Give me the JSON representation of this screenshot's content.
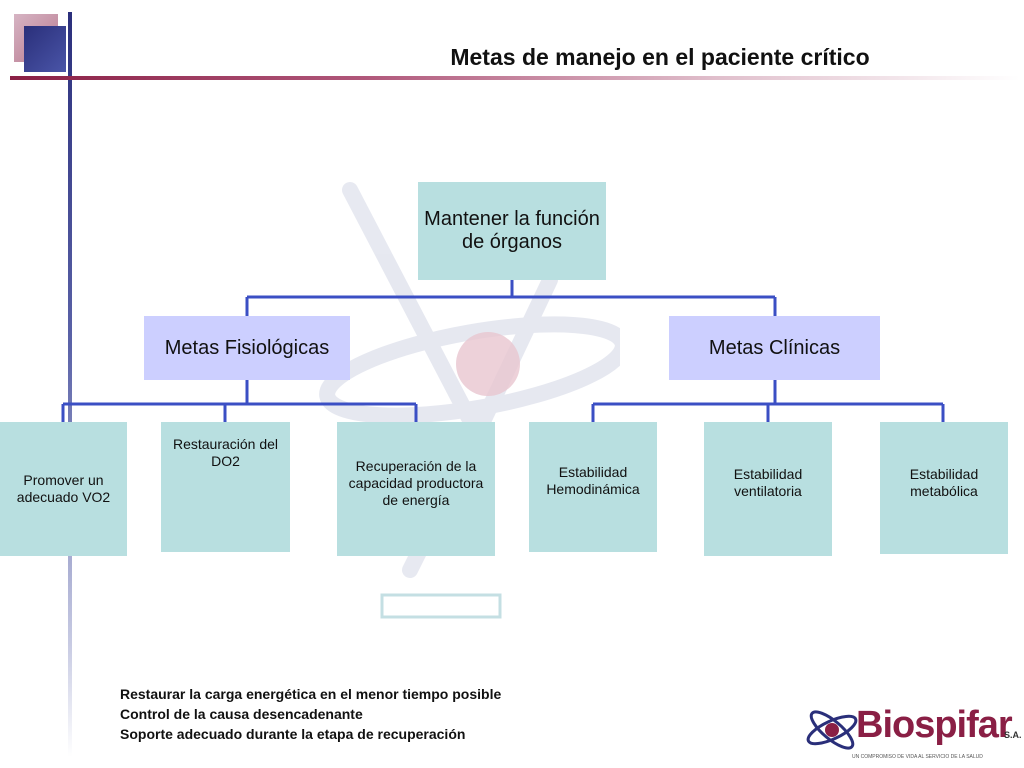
{
  "slide": {
    "title": "Metas de manejo en el paciente crítico"
  },
  "chart": {
    "root": "Mantener la función de órganos",
    "branches": [
      {
        "label": "Metas Fisiológicas",
        "children": [
          "Promover un adecuado VO2",
          "Restauración del DO2",
          "Recuperación de la capacidad productora de energía"
        ]
      },
      {
        "label": "Metas Clínicas",
        "children": [
          "Estabilidad Hemodinámica",
          "Estabilidad ventilatoria",
          "Estabilidad metabólica"
        ]
      }
    ]
  },
  "notes": [
    "Restaurar la carga energética en el menor tiempo posible",
    "Control de la causa desencadenante",
    "Soporte adecuado durante la etapa de recuperación"
  ],
  "logo": {
    "brand": "Biospifar",
    "suffix": "S.A.",
    "tagline": "UN COMPROMISO DE VIDA AL SERVICIO DE LA SALUD"
  },
  "colors": {
    "box_teal": "#b8dfe0",
    "box_lavender": "#cccfff",
    "connector": "#3b4fc4",
    "brand": "#8a1f45"
  }
}
